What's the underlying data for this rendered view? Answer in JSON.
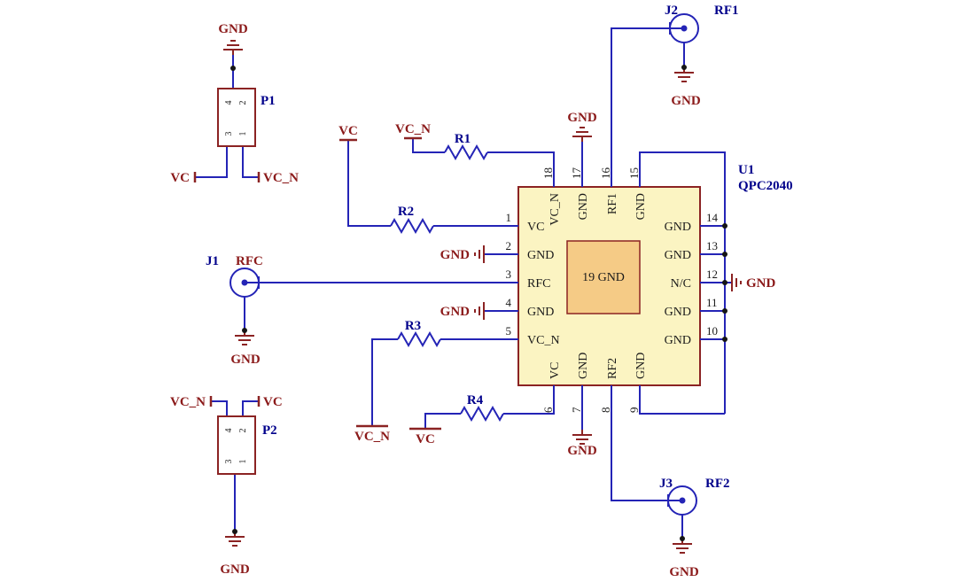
{
  "ic": {
    "refdes": "U1",
    "part": "QPC2040",
    "pad_label": "19 GND",
    "left_pins": [
      {
        "num": "1",
        "name": "VC"
      },
      {
        "num": "2",
        "name": "GND"
      },
      {
        "num": "3",
        "name": "RFC"
      },
      {
        "num": "4",
        "name": "GND"
      },
      {
        "num": "5",
        "name": "VC_N"
      }
    ],
    "right_pins": [
      {
        "num": "14",
        "name": "GND"
      },
      {
        "num": "13",
        "name": "GND"
      },
      {
        "num": "12",
        "name": "N/C"
      },
      {
        "num": "11",
        "name": "GND"
      },
      {
        "num": "10",
        "name": "GND"
      }
    ],
    "top_pins": [
      {
        "num": "18",
        "name": "VC_N"
      },
      {
        "num": "17",
        "name": "GND"
      },
      {
        "num": "16",
        "name": "RF1"
      },
      {
        "num": "15",
        "name": "GND"
      }
    ],
    "bottom_pins": [
      {
        "num": "6",
        "name": "VC"
      },
      {
        "num": "7",
        "name": "GND"
      },
      {
        "num": "8",
        "name": "RF2"
      },
      {
        "num": "9",
        "name": "GND"
      }
    ]
  },
  "resistors": [
    {
      "refdes": "R1"
    },
    {
      "refdes": "R2"
    },
    {
      "refdes": "R3"
    },
    {
      "refdes": "R4"
    }
  ],
  "connectors": [
    {
      "refdes": "J1",
      "net": "RFC"
    },
    {
      "refdes": "J2",
      "net": "RF1"
    },
    {
      "refdes": "J3",
      "net": "RF2"
    }
  ],
  "headers": [
    {
      "refdes": "P1",
      "left_net": "VC",
      "right_net": "VC_N",
      "pins": {
        "top_left": "4",
        "top_right": "2",
        "bottom_left": "3",
        "bottom_right": "1"
      }
    },
    {
      "refdes": "P2",
      "left_net": "VC_N",
      "right_net": "VC",
      "pins": {
        "top_left": "4",
        "top_right": "2",
        "bottom_left": "3",
        "bottom_right": "1"
      }
    }
  ],
  "nets": {
    "gnd": "GND",
    "vc": "VC",
    "vc_n": "VC_N"
  },
  "colors": {
    "wire": "#2424B6",
    "symbol": "#8B2323",
    "net_text": "#8B1A1A",
    "refdes_text": "#00008B",
    "ic_fill": "#FBF4C2",
    "pad_fill": "#F5CB86"
  }
}
